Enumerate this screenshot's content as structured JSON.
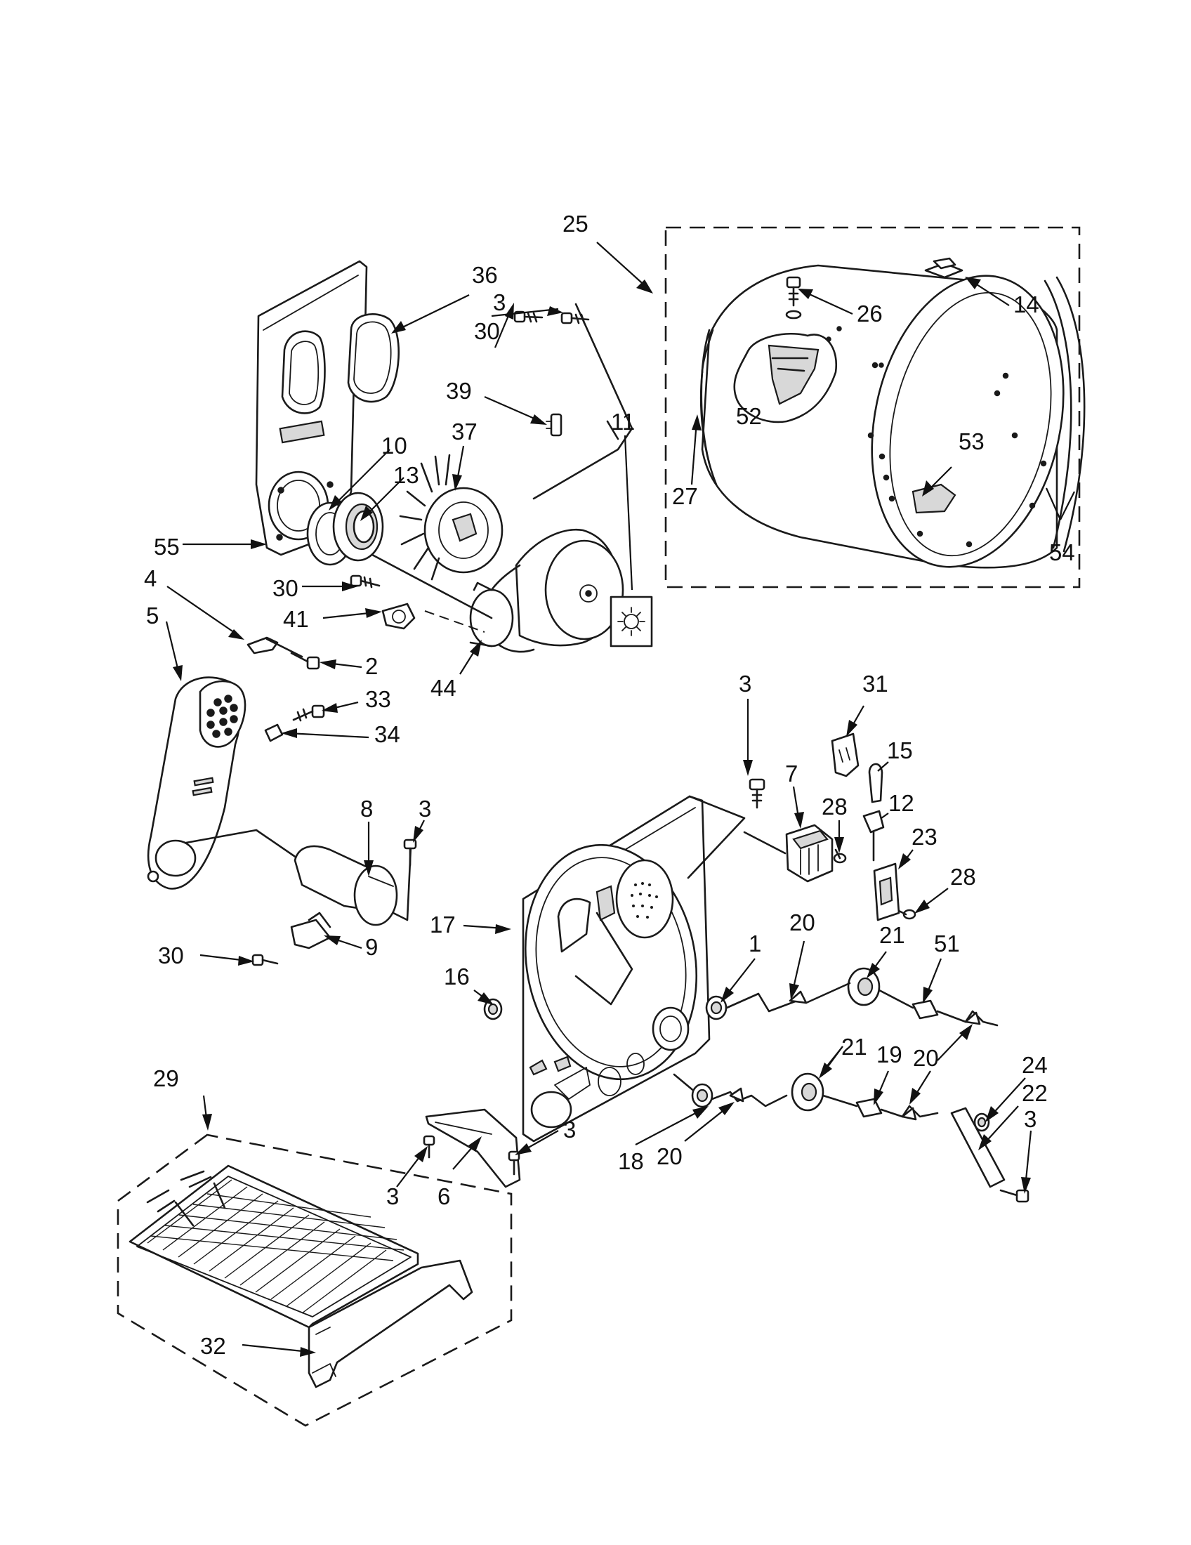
{
  "diagram": {
    "callouts": [
      {
        "id": "c25",
        "label": "25"
      },
      {
        "id": "c14",
        "label": "14"
      },
      {
        "id": "c26",
        "label": "26"
      },
      {
        "id": "c52",
        "label": "52"
      },
      {
        "id": "c53",
        "label": "53"
      },
      {
        "id": "c27",
        "label": "27"
      },
      {
        "id": "c54",
        "label": "54"
      },
      {
        "id": "c36",
        "label": "36"
      },
      {
        "id": "c3a",
        "label": "3"
      },
      {
        "id": "c30a",
        "label": "30"
      },
      {
        "id": "c39",
        "label": "39"
      },
      {
        "id": "c37",
        "label": "37"
      },
      {
        "id": "c10",
        "label": "10"
      },
      {
        "id": "c13",
        "label": "13"
      },
      {
        "id": "c55",
        "label": "55"
      },
      {
        "id": "c11",
        "label": "11"
      },
      {
        "id": "c4",
        "label": "4"
      },
      {
        "id": "c30b",
        "label": "30"
      },
      {
        "id": "c41",
        "label": "41"
      },
      {
        "id": "c5",
        "label": "5"
      },
      {
        "id": "c2",
        "label": "2"
      },
      {
        "id": "c44",
        "label": "44"
      },
      {
        "id": "c33",
        "label": "33"
      },
      {
        "id": "c34",
        "label": "34"
      },
      {
        "id": "c3b",
        "label": "3"
      },
      {
        "id": "c31",
        "label": "31"
      },
      {
        "id": "c15",
        "label": "15"
      },
      {
        "id": "c7",
        "label": "7"
      },
      {
        "id": "c28a",
        "label": "28"
      },
      {
        "id": "c12",
        "label": "12"
      },
      {
        "id": "c8",
        "label": "8"
      },
      {
        "id": "c3c",
        "label": "3"
      },
      {
        "id": "c23",
        "label": "23"
      },
      {
        "id": "c28b",
        "label": "28"
      },
      {
        "id": "c17",
        "label": "17"
      },
      {
        "id": "c30c",
        "label": "30"
      },
      {
        "id": "c9",
        "label": "9"
      },
      {
        "id": "c1",
        "label": "1"
      },
      {
        "id": "c20a",
        "label": "20"
      },
      {
        "id": "c21a",
        "label": "21"
      },
      {
        "id": "c51",
        "label": "51"
      },
      {
        "id": "c16",
        "label": "16"
      },
      {
        "id": "c29",
        "label": "29"
      },
      {
        "id": "c21b",
        "label": "21"
      },
      {
        "id": "c19",
        "label": "19"
      },
      {
        "id": "c20b",
        "label": "20"
      },
      {
        "id": "c24",
        "label": "24"
      },
      {
        "id": "c22",
        "label": "22"
      },
      {
        "id": "c3d",
        "label": "3"
      },
      {
        "id": "c3e",
        "label": "3"
      },
      {
        "id": "c18",
        "label": "18"
      },
      {
        "id": "c20c",
        "label": "20"
      },
      {
        "id": "c3f",
        "label": "3"
      },
      {
        "id": "c6",
        "label": "6"
      },
      {
        "id": "c32",
        "label": "32"
      }
    ]
  }
}
